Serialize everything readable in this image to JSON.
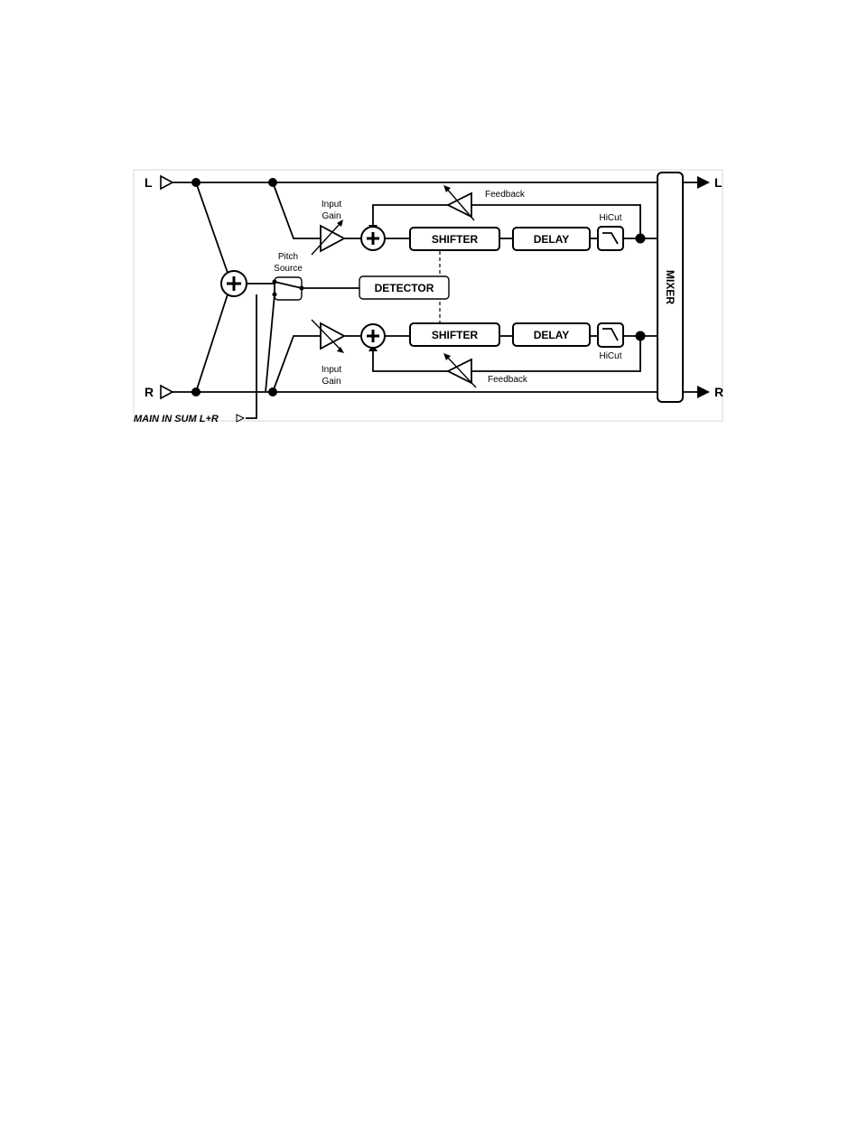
{
  "io": {
    "left_in": "L",
    "right_in": "R",
    "left_out": "L",
    "right_out": "R",
    "main_in": "MAIN IN SUM L+R"
  },
  "blocks": {
    "shifter_top": "SHIFTER",
    "delay_top": "DELAY",
    "shifter_bottom": "SHIFTER",
    "delay_bottom": "DELAY",
    "detector": "DETECTOR",
    "mixer": "MIXER"
  },
  "labels": {
    "input_gain_top": [
      "Input",
      "Gain"
    ],
    "input_gain_bottom": [
      "Input",
      "Gain"
    ],
    "feedback_top": "Feedback",
    "feedback_bottom": "Feedback",
    "hicut_top": "HiCut",
    "hicut_bottom": "HiCut",
    "pitch_source": [
      "Pitch",
      "Source"
    ]
  }
}
